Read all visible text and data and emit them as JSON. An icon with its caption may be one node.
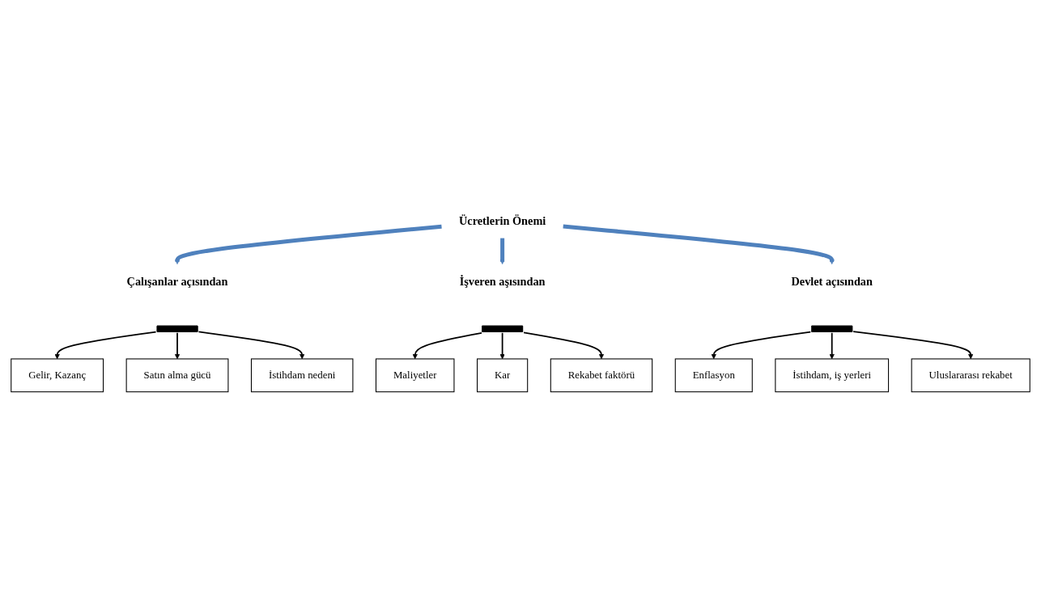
{
  "diagram": {
    "nodes": [
      {
        "text": [
          "Ücretlerin Önemi"
        ]
      },
      {
        "text": [
          "Çalışanlar açısından"
        ]
      },
      {
        "text": [],
        "shape": "bar"
      },
      {
        "text": [
          "Gelir, Kazanç"
        ]
      },
      {
        "text": [
          "Satın alma gücü"
        ]
      },
      {
        "text": [
          "İstihdam nedeni"
        ]
      },
      {
        "text": [
          "İşveren aşısından"
        ]
      },
      {
        "text": [],
        "shape": "bar"
      },
      {
        "text": [
          "Maliyetler"
        ]
      },
      {
        "text": [
          "Kar"
        ]
      },
      {
        "text": [
          "Rekabet faktörü"
        ]
      },
      {
        "text": [
          "Devlet açısından"
        ]
      },
      {
        "text": [],
        "shape": "bar"
      },
      {
        "text": [
          "Enflasyon"
        ]
      },
      {
        "text": [
          "İstihdam, iş yerleri"
        ]
      },
      {
        "text": [
          "Uluslararası rekabet"
        ]
      }
    ],
    "edges": [
      {
        "from": 0,
        "to": 1,
        "arrow": "to",
        "style": "thick",
        "color": "#4f81bd"
      },
      {
        "from": 0,
        "to": 6,
        "arrow": "to",
        "style": "thick",
        "color": "#4f81bd"
      },
      {
        "from": 0,
        "to": 11,
        "arrow": "to",
        "style": "thick",
        "color": "#4f81bd"
      },
      {
        "from": 2,
        "to": 3,
        "arrow": "to"
      },
      {
        "from": 2,
        "to": 4,
        "arrow": "to"
      },
      {
        "from": 2,
        "to": 5,
        "arrow": "to"
      },
      {
        "from": 7,
        "to": 8,
        "arrow": "to"
      },
      {
        "from": 7,
        "to": 9,
        "arrow": "to"
      },
      {
        "from": 7,
        "to": 10,
        "arrow": "to"
      },
      {
        "from": 12,
        "to": 13,
        "arrow": "to"
      },
      {
        "from": 12,
        "to": 14,
        "arrow": "to"
      },
      {
        "from": 12,
        "to": 15,
        "arrow": "to"
      }
    ]
  }
}
